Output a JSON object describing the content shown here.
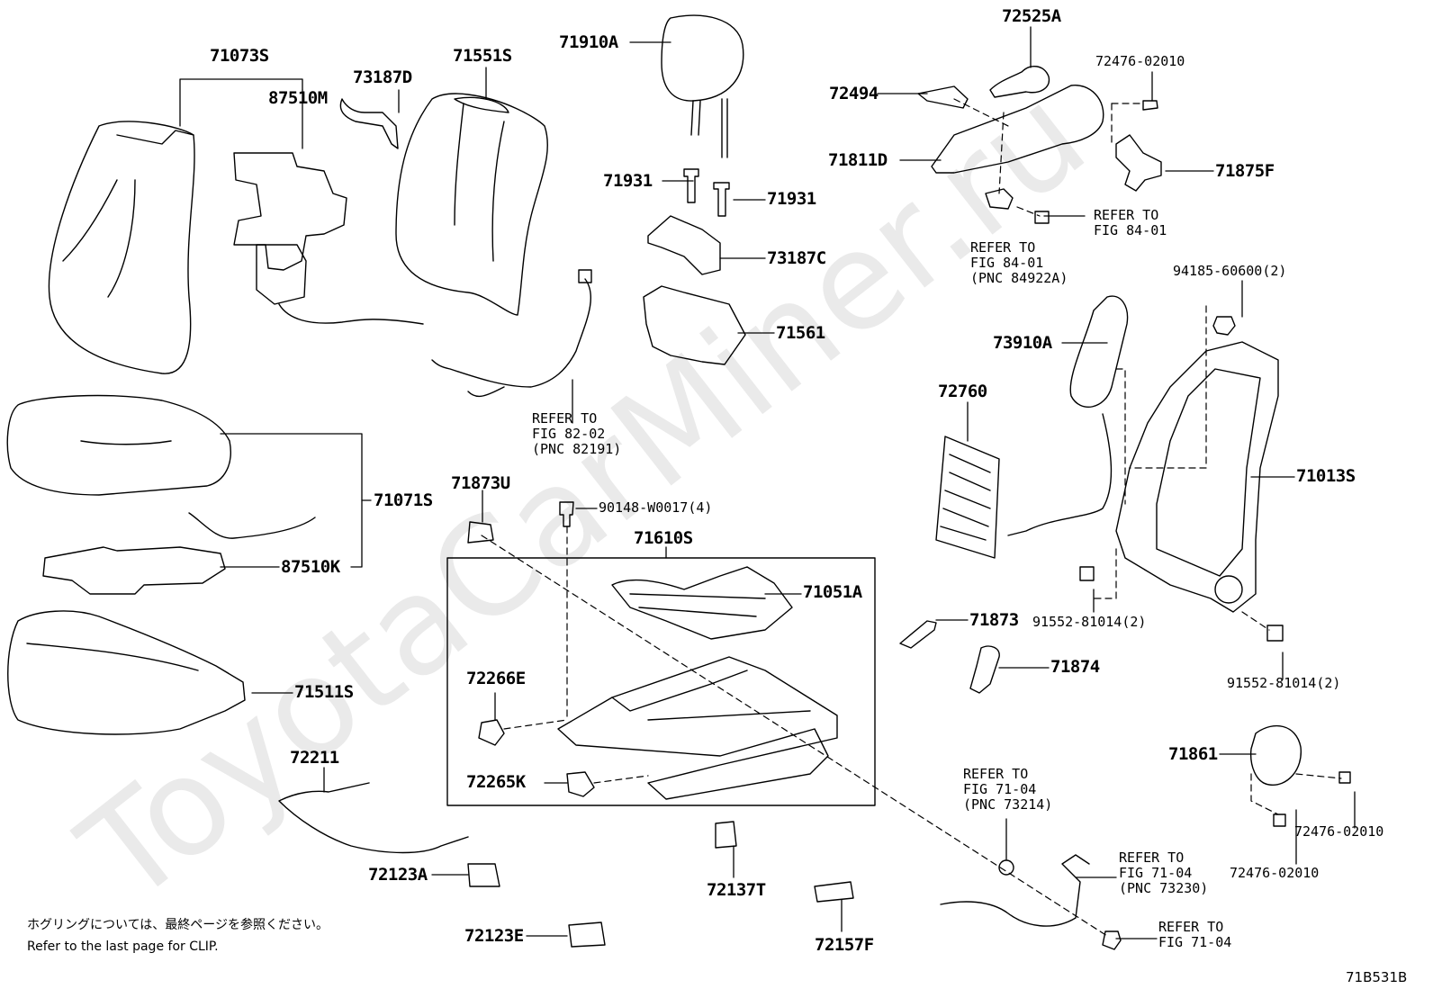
{
  "diagram_id": "71B531B",
  "watermark": "ToyotaCarMiner.ru",
  "parts": [
    {
      "key": "p71073S",
      "number": "71073S"
    },
    {
      "key": "p87510M",
      "number": "87510M"
    },
    {
      "key": "p73187D",
      "number": "73187D"
    },
    {
      "key": "p71551S",
      "number": "71551S"
    },
    {
      "key": "p71910A",
      "number": "71910A"
    },
    {
      "key": "p72525A",
      "number": "72525A"
    },
    {
      "key": "p72476_02010_top",
      "number": "72476-02010"
    },
    {
      "key": "p72494",
      "number": "72494"
    },
    {
      "key": "p71811D",
      "number": "71811D"
    },
    {
      "key": "p71875F",
      "number": "71875F"
    },
    {
      "key": "p71931_a",
      "number": "71931"
    },
    {
      "key": "p71931_b",
      "number": "71931"
    },
    {
      "key": "p73187C",
      "number": "73187C"
    },
    {
      "key": "p71561",
      "number": "71561"
    },
    {
      "key": "p94185",
      "number": "94185-60600(2)"
    },
    {
      "key": "p73910A",
      "number": "73910A"
    },
    {
      "key": "p72760",
      "number": "72760"
    },
    {
      "key": "p71013S",
      "number": "71013S"
    },
    {
      "key": "p71071S",
      "number": "71071S"
    },
    {
      "key": "p87510K",
      "number": "87510K"
    },
    {
      "key": "p71873U",
      "number": "71873U"
    },
    {
      "key": "p90148",
      "number": "90148-W0017(4)"
    },
    {
      "key": "p71610S",
      "number": "71610S"
    },
    {
      "key": "p71051A",
      "number": "71051A"
    },
    {
      "key": "p71873",
      "number": "71873"
    },
    {
      "key": "p91552_a",
      "number": "91552-81014(2)"
    },
    {
      "key": "p91552_b",
      "number": "91552-81014(2)"
    },
    {
      "key": "p71874",
      "number": "71874"
    },
    {
      "key": "p71511S",
      "number": "71511S"
    },
    {
      "key": "p72266E",
      "number": "72266E"
    },
    {
      "key": "p72265K",
      "number": "72265K"
    },
    {
      "key": "p72211",
      "number": "72211"
    },
    {
      "key": "p71861",
      "number": "71861"
    },
    {
      "key": "p72476_02010_r1",
      "number": "72476-02010"
    },
    {
      "key": "p72476_02010_r2",
      "number": "72476-02010"
    },
    {
      "key": "p72123A",
      "number": "72123A"
    },
    {
      "key": "p72137T",
      "number": "72137T"
    },
    {
      "key": "p72157F",
      "number": "72157F"
    },
    {
      "key": "p72123E",
      "number": "72123E"
    }
  ],
  "references": {
    "fig84_bolt": "REFER TO\nFIG 84-01",
    "fig84_pnc": "REFER TO\nFIG 84-01\n(PNC 84922A)",
    "fig82": "REFER TO\nFIG 82-02\n(PNC 82191)",
    "fig71_73214": "REFER TO\nFIG 71-04\n(PNC 73214)",
    "fig71_73230": "REFER TO\nFIG 71-04\n(PNC 73230)",
    "fig71_nut": "REFER TO\nFIG 71-04"
  },
  "notes": {
    "jp": "ホグリングについては、最終ページを参照ください。",
    "en": "Refer to the last page for CLIP."
  }
}
